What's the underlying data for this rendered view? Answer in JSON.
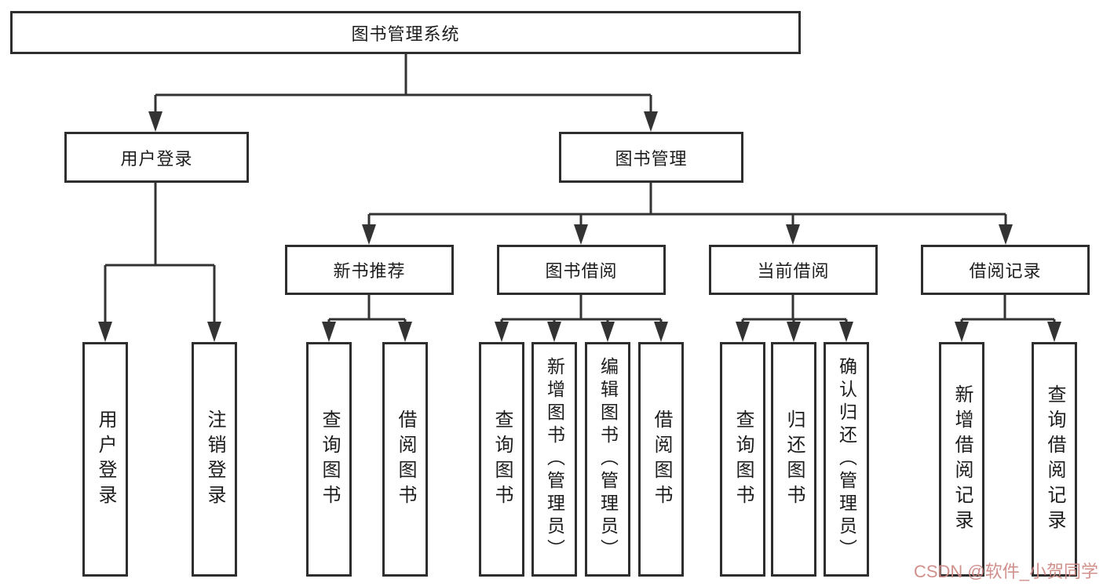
{
  "diagram_title": "图书管理系统",
  "watermark": "CSDN @软件_小贺同学",
  "colors": {
    "line": "#333333",
    "box_border": "#2e2e2e",
    "box_background": "#ffffff",
    "text": "#1c1c1c",
    "watermark": "#cd8a86"
  },
  "tree": {
    "label": "图书管理系统",
    "children": [
      {
        "label": "用户登录",
        "children": [
          {
            "label": "用户登录"
          },
          {
            "label": "注销登录"
          }
        ]
      },
      {
        "label": "图书管理",
        "children": [
          {
            "label": "新书推荐",
            "children": [
              {
                "label": "查询图书"
              },
              {
                "label": "借阅图书"
              }
            ]
          },
          {
            "label": "图书借阅",
            "children": [
              {
                "label": "查询图书"
              },
              {
                "label": "新增图书（管理员）"
              },
              {
                "label": "编辑图书（管理员）"
              },
              {
                "label": "借阅图书"
              }
            ]
          },
          {
            "label": "当前借阅",
            "children": [
              {
                "label": "查询图书"
              },
              {
                "label": "归还图书"
              },
              {
                "label": "确认归还（管理员）"
              }
            ]
          },
          {
            "label": "借阅记录",
            "children": [
              {
                "label": "新增借阅记录"
              },
              {
                "label": "查询借阅记录"
              }
            ]
          }
        ]
      }
    ]
  }
}
